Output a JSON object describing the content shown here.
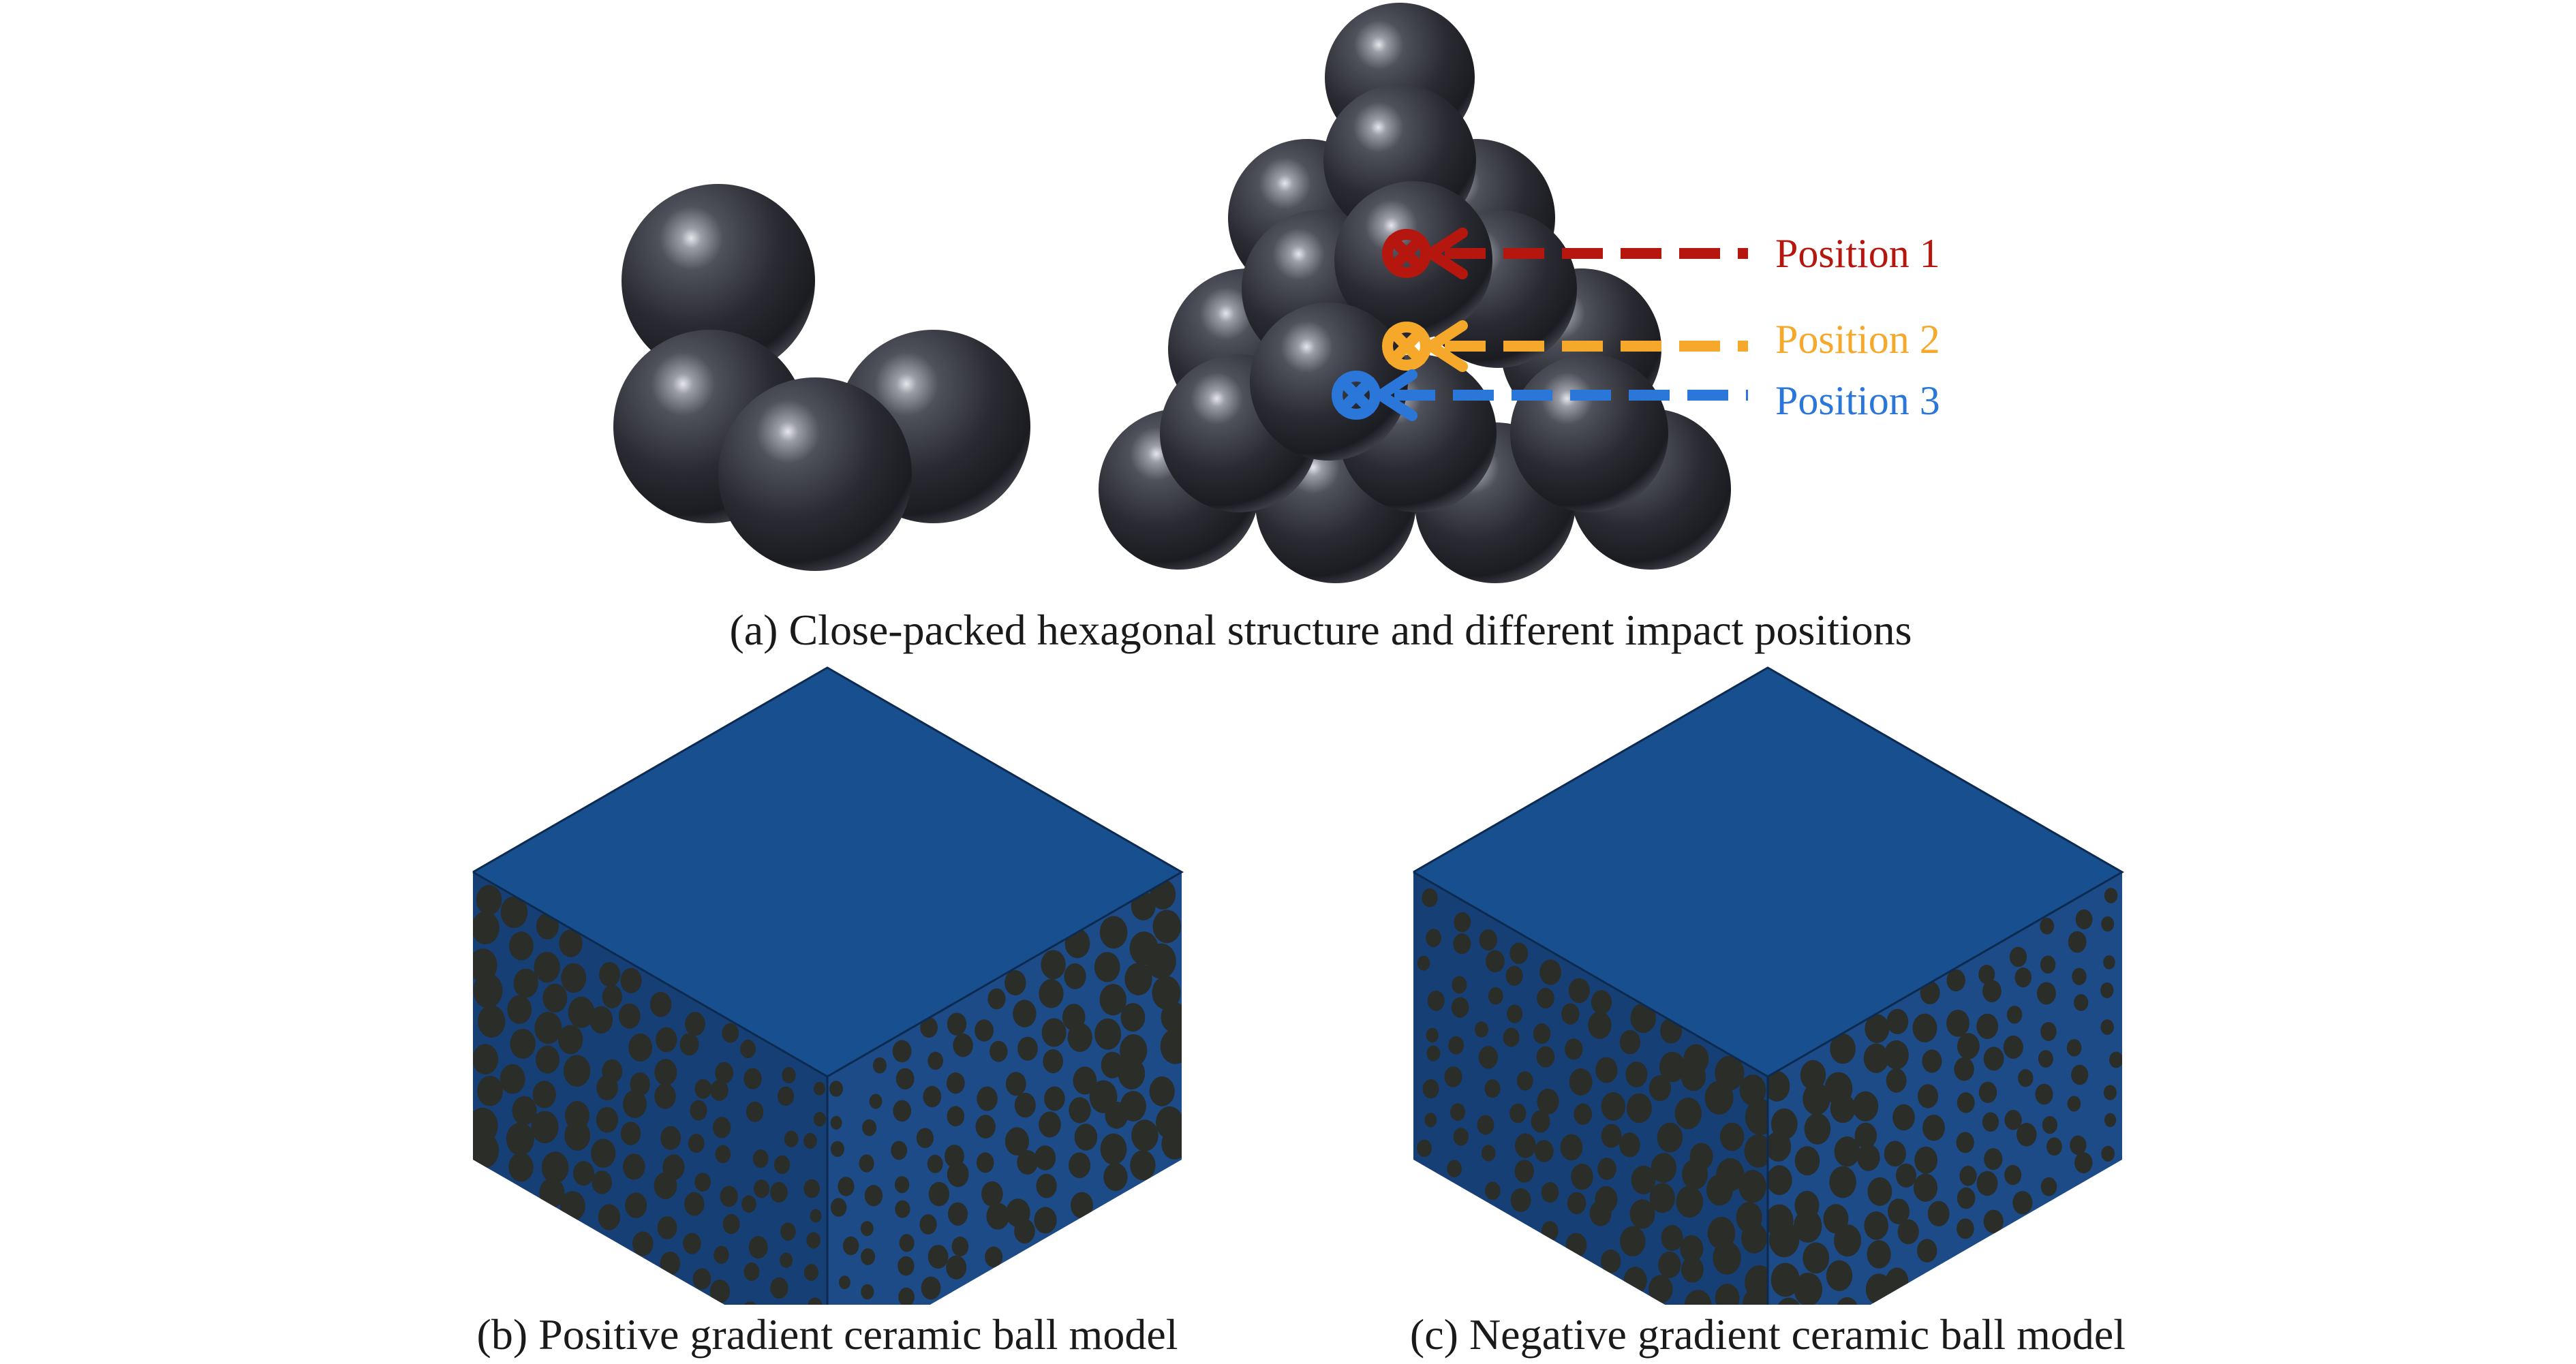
{
  "panel_a": {
    "caption": "(a) Close-packed hexagonal structure and different impact positions",
    "positions": [
      {
        "label": "Position 1",
        "color": "#b5160d"
      },
      {
        "label": "Position 2",
        "color": "#f5a829"
      },
      {
        "label": "Position 3",
        "color": "#2b77d9"
      }
    ]
  },
  "panel_b": {
    "caption": "(b) Positive gradient ceramic ball model",
    "gradient": "positive"
  },
  "panel_c": {
    "caption": "(c) Negative gradient ceramic ball model",
    "gradient": "negative"
  },
  "colors": {
    "sphere": "#2b2c33",
    "cube_top": "#184f8f",
    "cube_left": "#163f75",
    "cube_right": "#1c4b88",
    "inclusion": "#2a2d28"
  }
}
